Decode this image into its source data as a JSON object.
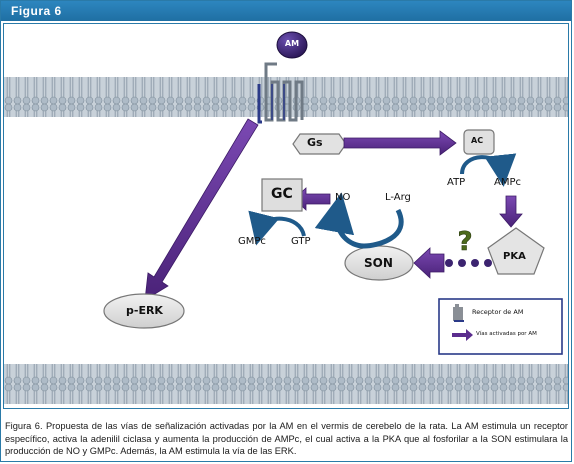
{
  "header": {
    "title": "Figura 6"
  },
  "diagram": {
    "am": "AM",
    "gs": "Gs",
    "ac": "AC",
    "atp": "ATP",
    "ampc": "AMPc",
    "pka": "PKA",
    "son": "SON",
    "l_arg": "L-Arg",
    "no": "NO",
    "gc": "GC",
    "gmpc": "GMPc",
    "gtp": "GTP",
    "perk": "p-ERK",
    "question": "?"
  },
  "legend": {
    "receptor": "Receptor de AM",
    "pathways": "Vías activadas por AM"
  },
  "caption": "Figura 6. Propuesta de las vías de señalización activadas por la AM en el vermis de cerebelo de la rata. La AM estimula un receptor específico, activa la adenilil ciclasa y aumenta la producción de AMPc, el cual activa a la PKA que al fosforilar a la SON estimulara la producción de NO y GMPc. Además, la AM estimula la vía de las ERK.",
  "colors": {
    "header": "#2480b8",
    "pathway_arrow": "#5b2d8e",
    "cycle_arrow": "#1f5a8a",
    "membrane": "#a9b7c4",
    "ellipse_fill": "#e4e4e4",
    "am_ball": "#3a2270"
  }
}
